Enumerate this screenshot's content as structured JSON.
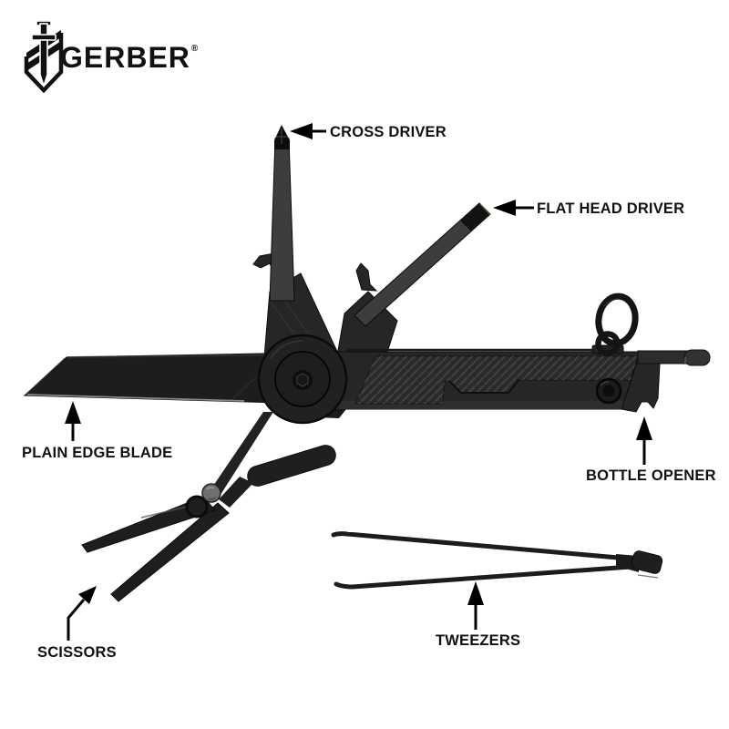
{
  "brand": {
    "wordmark": "GERBER",
    "registered_mark": "®",
    "logo_icon": "shield-sword-emblem"
  },
  "diagram": {
    "callouts": {
      "cross_driver": "CROSS DRIVER",
      "flat_head_driver": "FLAT HEAD DRIVER",
      "plain_edge_blade": "PLAIN EDGE BLADE",
      "bottle_opener": "BOTTLE OPENER",
      "scissors": "SCISSORS",
      "tweezers": "TWEEZERS"
    }
  },
  "colors": {
    "background": "#ffffff",
    "label_text": "#111111",
    "arrow": "#000000",
    "tool_black": "#1f1f1f",
    "tool_dark": "#262626",
    "tool_mid": "#3d3d3d",
    "hatch_line": "#404040",
    "blade_edge": "#9a9a9a",
    "screw_gray": "#6f6f6f",
    "copper_accent": "#7a5b3a"
  }
}
